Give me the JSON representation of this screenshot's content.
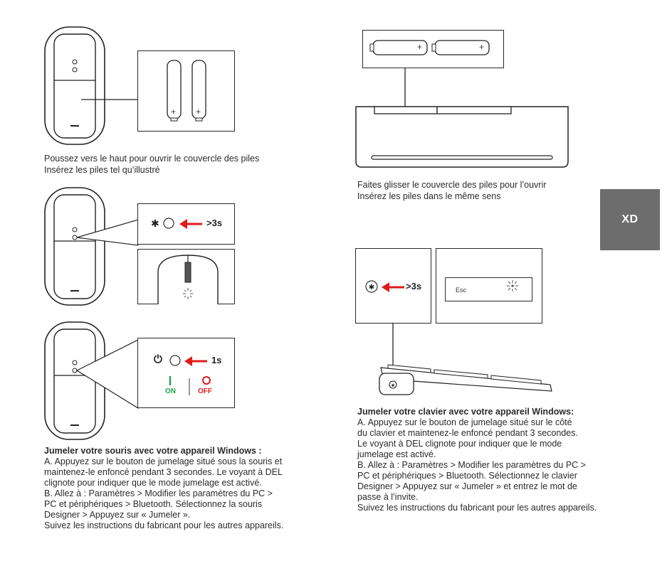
{
  "mouse_battery": {
    "caption_line1": "Poussez vers le haut pour ouvrir le couvercle des piles",
    "caption_line2": "Insérez les piles tel qu’illustré",
    "plus_sign": "+"
  },
  "keyboard_battery": {
    "caption_line1": "Faites glisser le couvercle des piles pour l’ouvrir",
    "caption_line2": "Insérez les piles dans le même sens",
    "plus_sign": "+"
  },
  "section_tab": {
    "label": "XD"
  },
  "mouse_pairing_diagram": {
    "hold_label": ">3s"
  },
  "mouse_power_diagram": {
    "hold_label": "1s",
    "on_label": "ON",
    "off_label": "OFF"
  },
  "keyboard_pairing_diagram": {
    "hold_label": ">3s",
    "esc_key_label": "Esc"
  },
  "mouse_instructions": {
    "heading": "Jumeler votre souris avec votre appareil Windows :",
    "lines": [
      "A. Appuyez sur le bouton de jumelage situé sous la souris et",
      "maintenez-le enfoncé pendant 3 secondes. Le voyant à DEL",
      "clignote pour indiquer que le mode jumelage est activé.",
      "B. Allez à : Paramètres > Modifier les paramètres du PC >",
      "PC et périphériques > Bluetooth. Sélectionnez la souris",
      "Designer > Appuyez sur « Jumeler ».",
      "Suivez les instructions du fabricant pour les autres appareils."
    ]
  },
  "keyboard_instructions": {
    "heading": "Jumeler votre clavier avec votre appareil Windows:",
    "lines": [
      "A. Appuyez sur le bouton de jumelage situé sur le côté",
      "du clavier et maintenez-le enfoncé pendant 3 secondes.",
      "Le voyant à DEL clignote pour indiquer que le mode",
      "jumelage est activé.",
      "B. Allez à : Paramètres > Modifier les paramètres du PC >",
      "PC et périphériques > Bluetooth. Sélectionnez le clavier",
      "Designer > Appuyez sur « Jumeler » et entrez le mot de",
      "passe à l’invite.",
      "Suivez les instructions du fabricant pour les autres appareils."
    ]
  },
  "colors": {
    "arrow_red": "#e01b1b",
    "on_green": "#22a34a",
    "tab_gray": "#6d6d6d"
  }
}
